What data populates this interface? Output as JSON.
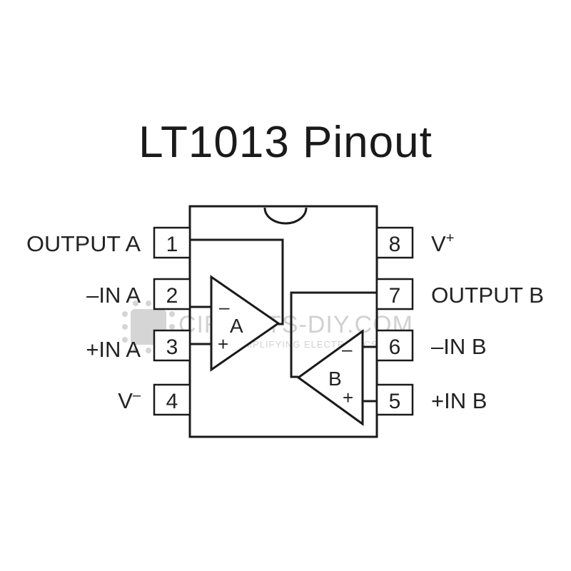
{
  "title": "LT1013 Pinout",
  "pins": [
    {
      "num": "1",
      "label": "OUTPUT A"
    },
    {
      "num": "2",
      "label": "–IN A"
    },
    {
      "num": "3",
      "label": "+IN A"
    },
    {
      "num": "4",
      "label": "V",
      "sup": "–"
    },
    {
      "num": "5",
      "label": "+IN B"
    },
    {
      "num": "6",
      "label": "–IN B"
    },
    {
      "num": "7",
      "label": "OUTPUT B"
    },
    {
      "num": "8",
      "label": "V",
      "sup": "+"
    }
  ],
  "amplifiers": [
    {
      "name": "A",
      "inverting": "–",
      "noninverting": "+"
    },
    {
      "name": "B",
      "inverting": "–",
      "noninverting": "+"
    }
  ],
  "watermark": {
    "text": "CIRCUITS-DIY.COM",
    "tagline": "SIMPLIFYING ELECTRONICS"
  }
}
